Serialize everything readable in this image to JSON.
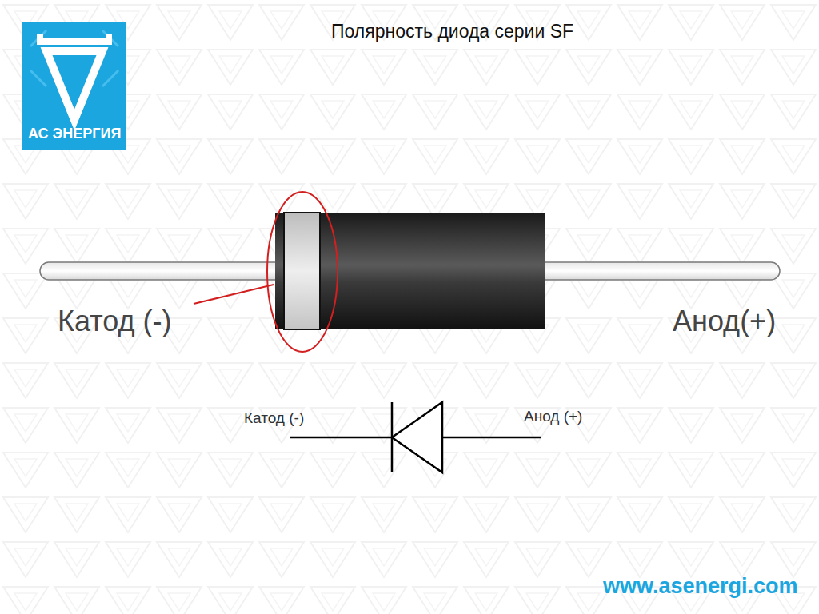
{
  "diagram": {
    "title": "Полярность диода серии SF",
    "nodes": [
      {
        "text": [
          "АС ЭНЕРГИЯ"
        ]
      }
    ],
    "labels": [
      "Катод (-)",
      "Анод(+)",
      "Катод (-)",
      "Анод (+)",
      "www.asenergi.com"
    ]
  }
}
